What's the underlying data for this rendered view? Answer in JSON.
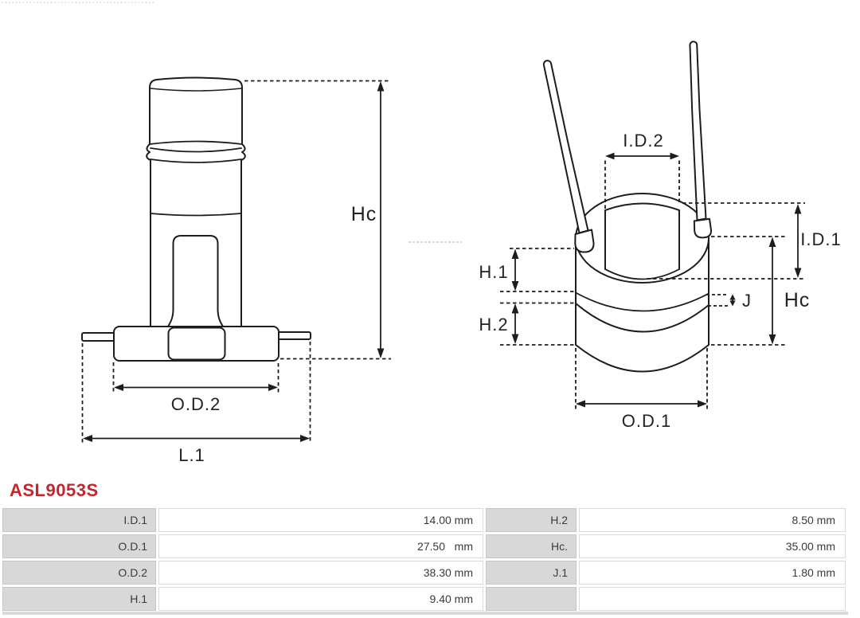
{
  "part_number": "ASL9053S",
  "accent_color": "#c1272d",
  "drawings": {
    "left": {
      "labels": {
        "hc": "Hc",
        "od2": "O.D.2",
        "l1": "L.1"
      }
    },
    "right": {
      "labels": {
        "id2": "I.D.2",
        "id1": "I.D.1",
        "h1": "H.1",
        "h2": "H.2",
        "j": "J",
        "hc": "Hc",
        "od1": "O.D.1"
      }
    }
  },
  "table": {
    "rows": [
      {
        "left_label": "I.D.1",
        "left_value": "14.00 mm",
        "right_label": "H.2",
        "right_value": "8.50 mm"
      },
      {
        "left_label": "O.D.1",
        "left_value": "27.50   mm",
        "right_label": "Hc.",
        "right_value": "35.00 mm"
      },
      {
        "left_label": "O.D.2",
        "left_value": "38.30 mm",
        "right_label": "J.1",
        "right_value": "1.80 mm"
      },
      {
        "left_label": "H.1",
        "left_value": "9.40 mm",
        "right_label": "",
        "right_value": ""
      }
    ]
  }
}
